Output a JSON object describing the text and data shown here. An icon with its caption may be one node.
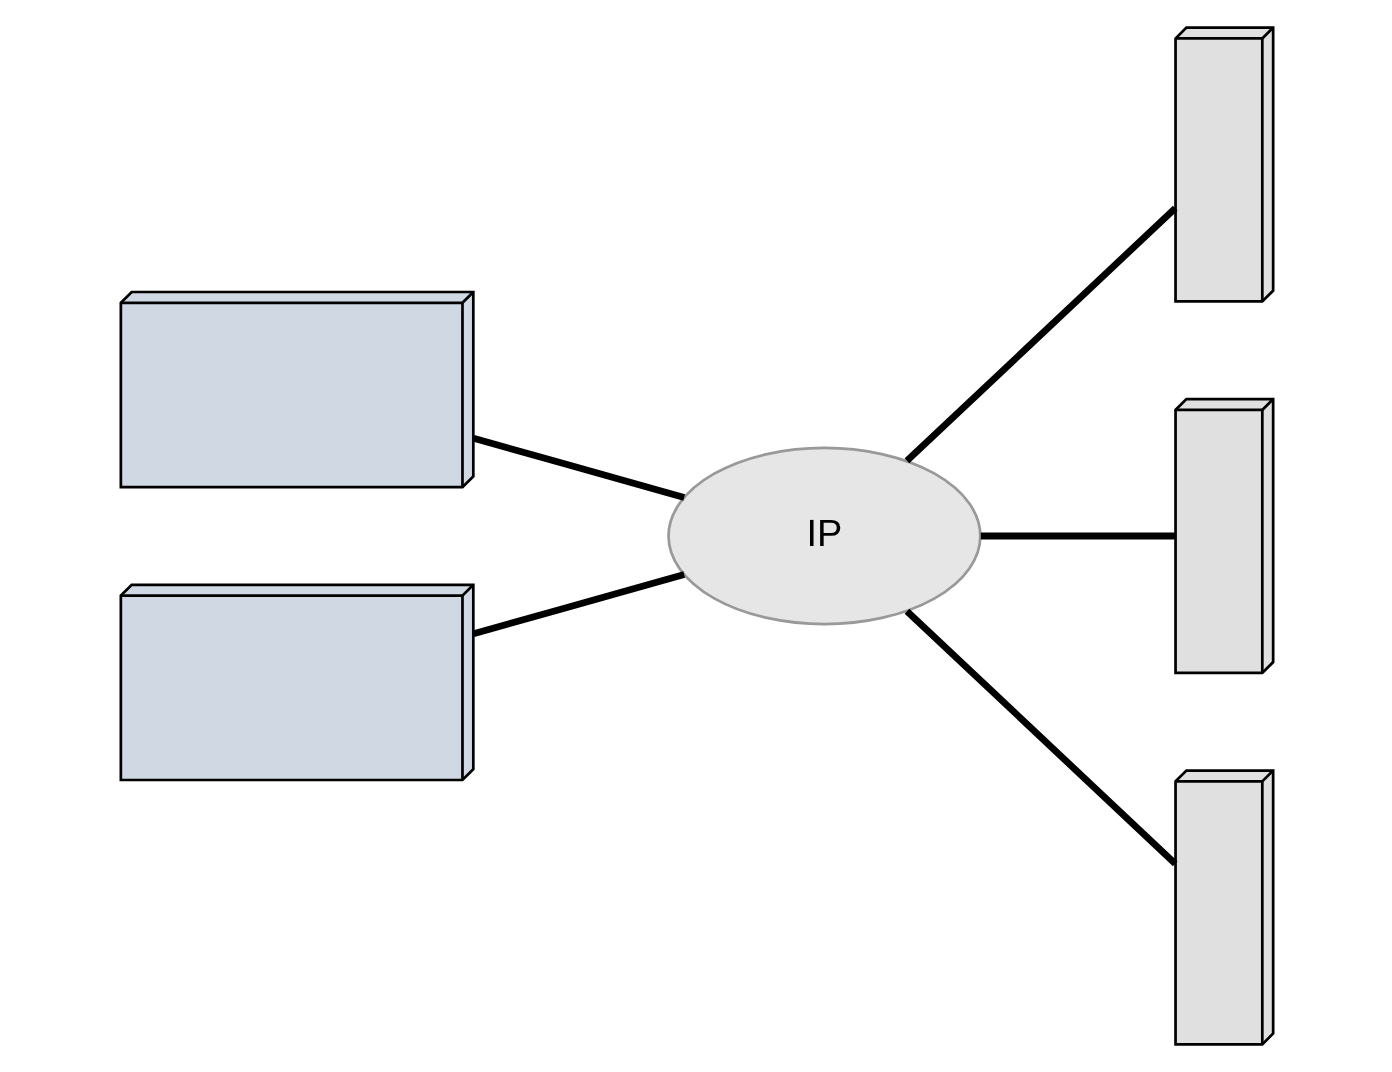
{
  "diagram": {
    "nodes": [
      {
        "text": [],
        "shape": "picture"
      },
      {
        "text": [],
        "shape": "picture"
      },
      {
        "text": [
          "IP"
        ]
      },
      {
        "text": [],
        "shape": "picture"
      },
      {
        "text": [],
        "shape": "picture"
      },
      {
        "text": [],
        "shape": "picture"
      }
    ],
    "edges": [
      {
        "from": 0,
        "to": 2,
        "arrow": "none"
      },
      {
        "from": 1,
        "to": 2,
        "arrow": "none"
      },
      {
        "from": 2,
        "to": 3,
        "arrow": "none"
      },
      {
        "from": 2,
        "to": 4,
        "arrow": "none"
      },
      {
        "from": 2,
        "to": 5,
        "arrow": "none"
      }
    ]
  }
}
